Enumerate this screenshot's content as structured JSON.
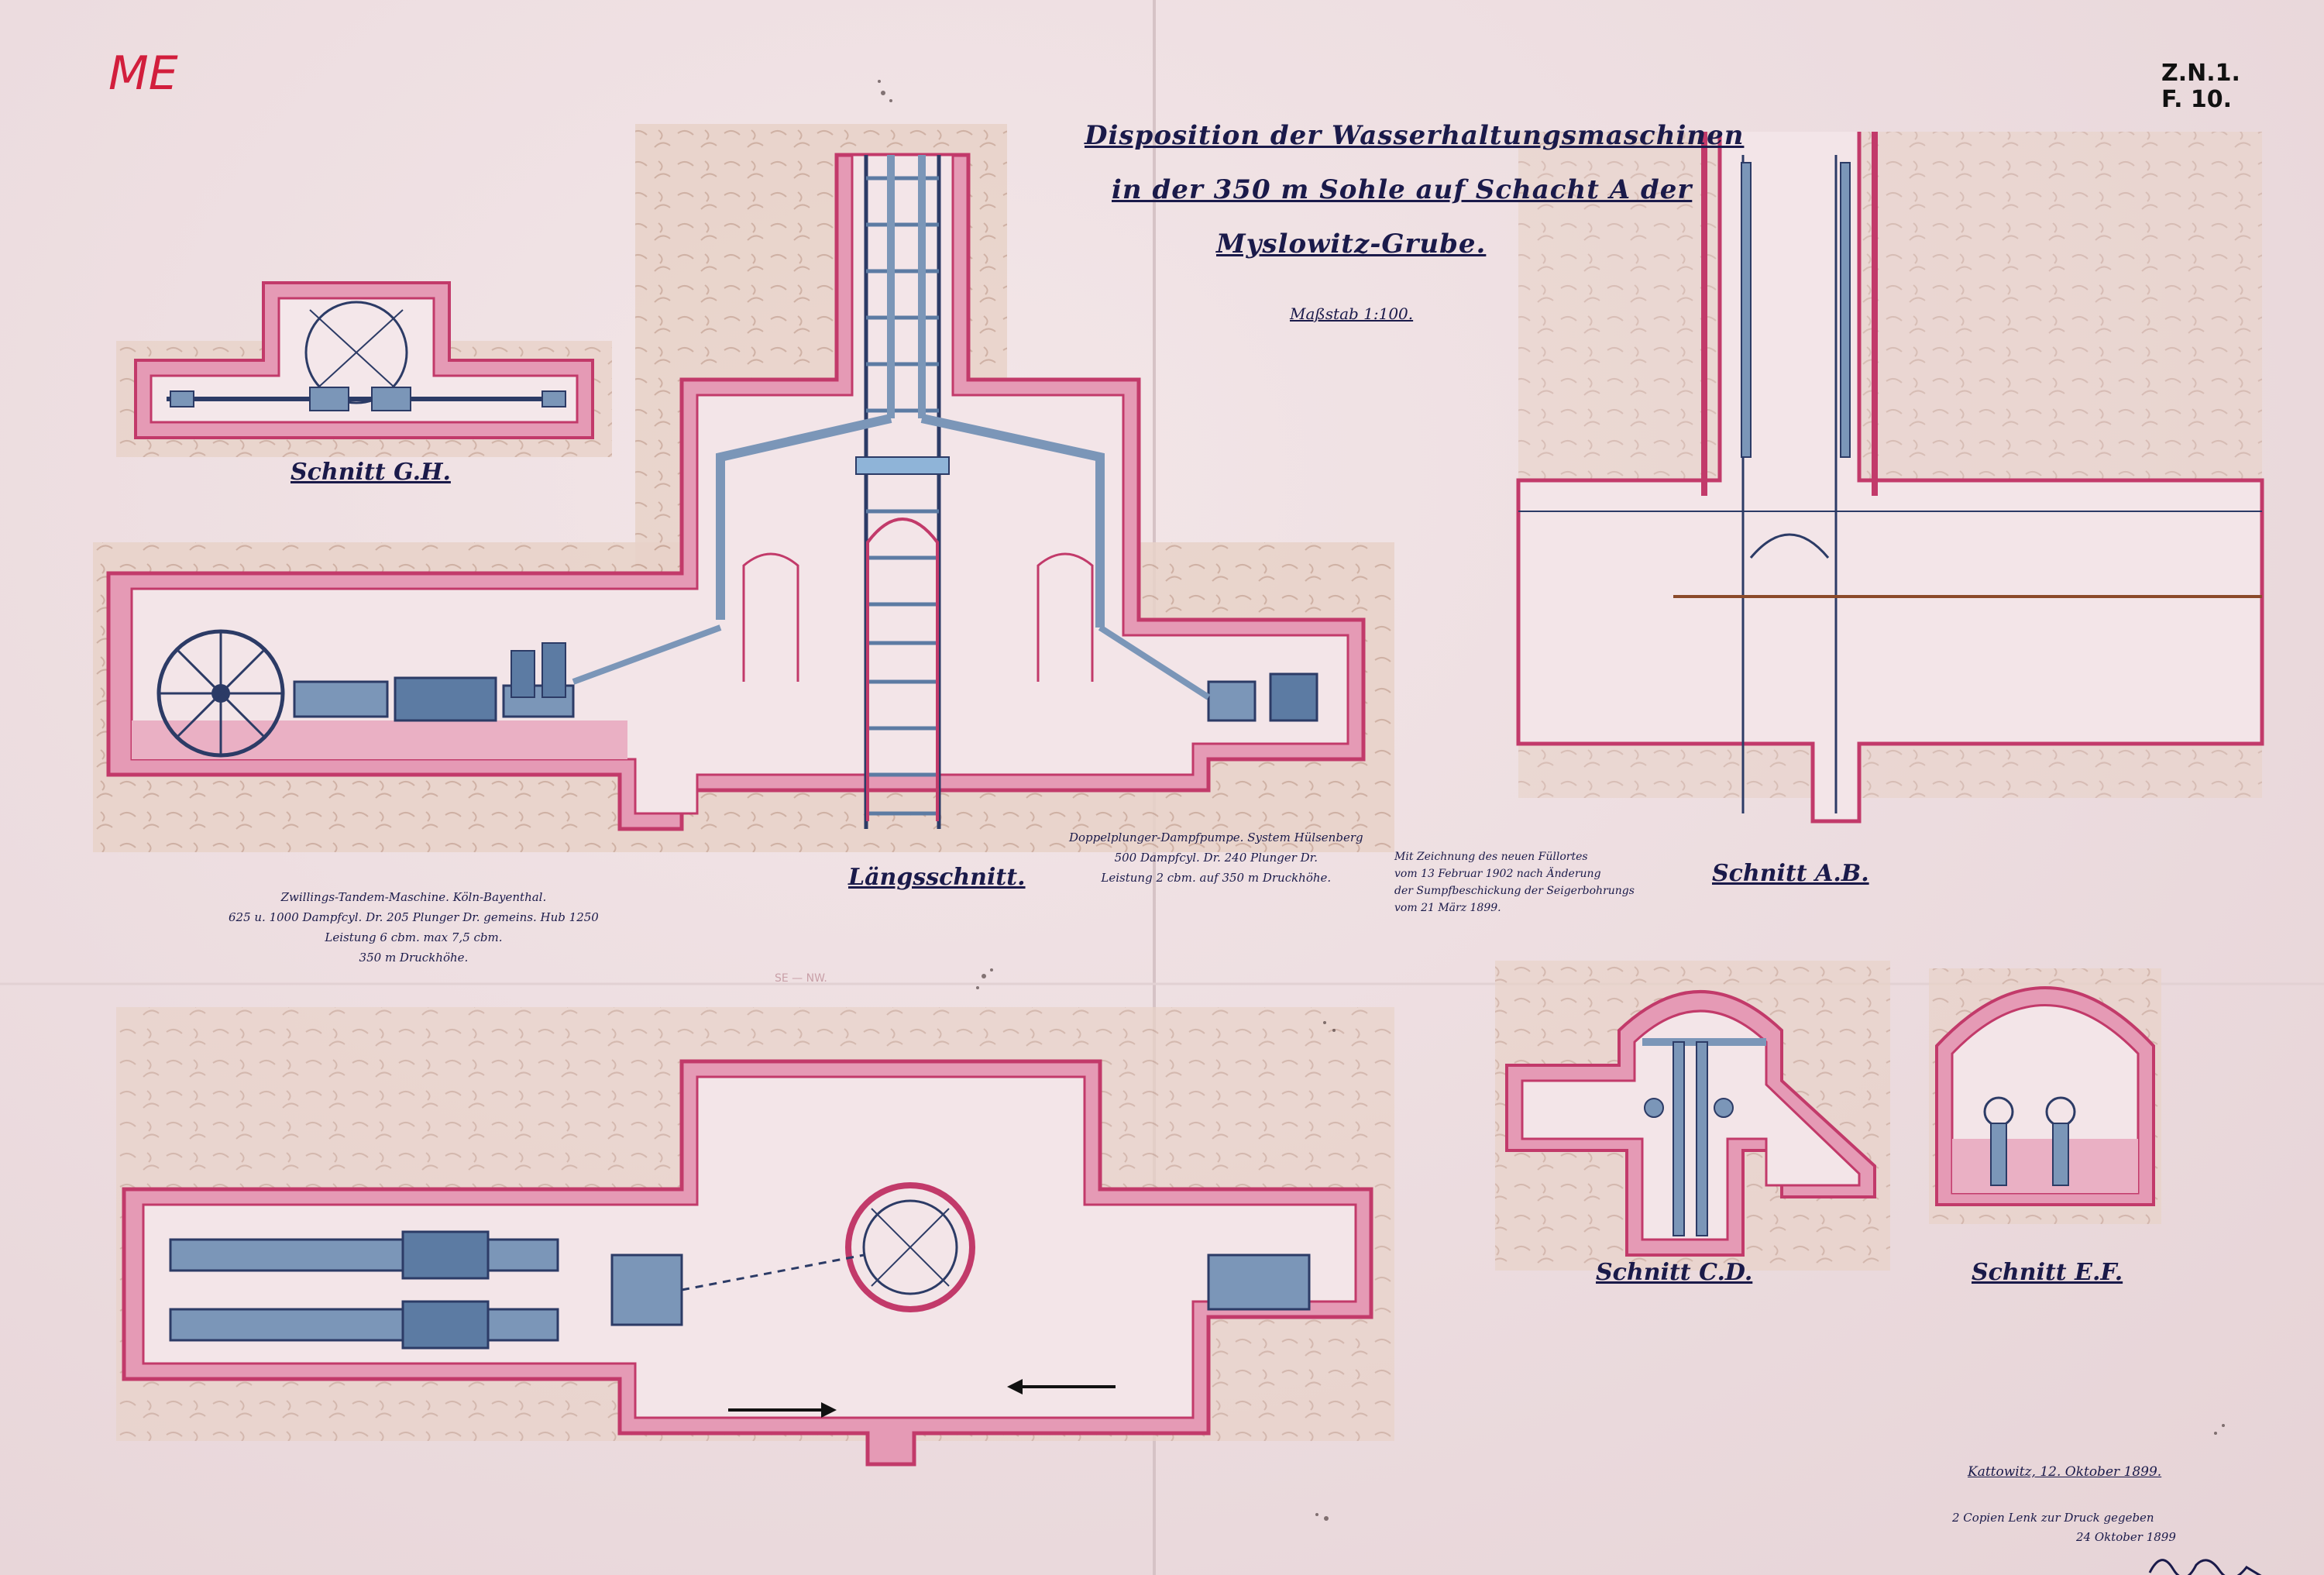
{
  "title": {
    "line1": "Disposition der Wasserhaltungsmaschinen",
    "line2": "in der 350 m Sohle auf Schacht A der",
    "line3": "Myslowitz-Grube.",
    "scale": "Maßstab 1:100."
  },
  "corner": {
    "mark": "ME",
    "ref_line1": "Z.N.1.",
    "ref_line2": "F. 10."
  },
  "views": {
    "section_gh": "Schnitt G.H.",
    "longitudinal": "Längsschnitt.",
    "section_ab": "Schnitt A.B.",
    "section_cd": "Schnitt C.D.",
    "section_ef": "Schnitt E.F."
  },
  "notes": {
    "twin_tandem": [
      "Zwillings-Tandem-Maschine. Köln-Bayenthal.",
      "625 u. 1000 Dampfcyl. Dr. 205 Plunger Dr. gemeins. Hub 1250",
      "Leistung 6 cbm. max 7,5 cbm.",
      "350 m Druckhöhe."
    ],
    "duplex_pump": [
      "Doppelplunger-Dampfpumpe. System Hülsenberg",
      "500 Dampfcyl. Dr. 240 Plunger Dr.",
      "Leistung 2 cbm. auf 350 m Druckhöhe."
    ],
    "remark": [
      "Mit Zeichnung des neuen Füllortes",
      "vom 13 Februar 1902 nach Änderung",
      "der Sumpfbeschickung der Seigerbohrungs",
      "vom 21 März 1899."
    ],
    "compass": "SE — NW."
  },
  "signature": {
    "place_date": "Kattowitz, 12. Oktober 1899.",
    "copies": "2 Copien Lenk zur Druck gegeben",
    "copies_date": "24 Oktober 1899"
  },
  "colors": {
    "masonry": "#e59ab5",
    "masonry_edge": "#c23a6a",
    "rock": "#e7cdc4",
    "machine": "#2c3b66",
    "pipe": "#7b96b8",
    "ink": "#1a1a4a",
    "correction": "#d21e3c"
  }
}
